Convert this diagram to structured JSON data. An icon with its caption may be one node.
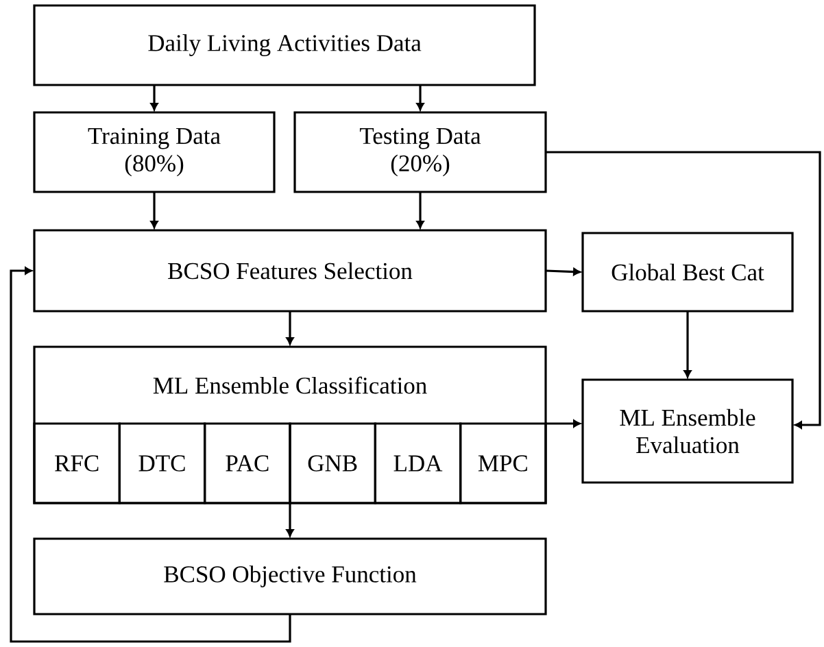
{
  "diagram": {
    "nodes": [
      {
        "text": [
          "Daily Living Activities Data"
        ]
      },
      {
        "text": [
          "Training Data (80%)"
        ]
      },
      {
        "text": [
          "Testing Data (20%)"
        ]
      },
      {
        "text": [
          "BCSO Features Selection"
        ]
      },
      {
        "text": [
          "Global Best Cat"
        ]
      },
      {
        "text": [
          "ML Ensemble Classification"
        ]
      },
      {
        "text": [
          "RFC"
        ],
        "in": 5
      },
      {
        "text": [
          "DTC"
        ],
        "in": 5
      },
      {
        "text": [
          "PAC"
        ],
        "in": 5
      },
      {
        "text": [
          "GNB"
        ],
        "in": 5
      },
      {
        "text": [
          "LDA"
        ],
        "in": 5
      },
      {
        "text": [
          "MPC"
        ],
        "in": 5
      },
      {
        "text": [
          "ML Ensemble Evaluation"
        ]
      },
      {
        "text": [
          "BCSO Objective Function"
        ]
      }
    ],
    "edges": [
      {
        "from": 0,
        "to": 1,
        "arrow": "to"
      },
      {
        "from": 0,
        "to": 2,
        "arrow": "to"
      },
      {
        "from": 1,
        "to": 3,
        "arrow": "to"
      },
      {
        "from": 2,
        "to": 3,
        "arrow": "to"
      },
      {
        "from": 3,
        "to": 4,
        "arrow": "to"
      },
      {
        "from": 3,
        "to": 5,
        "arrow": "to"
      },
      {
        "from": 4,
        "to": 12,
        "arrow": "to"
      },
      {
        "from": 5,
        "to": 12,
        "arrow": "to"
      },
      {
        "from": 2,
        "to": 12,
        "arrow": "to"
      },
      {
        "from": 5,
        "to": 13,
        "arrow": "to"
      },
      {
        "from": 13,
        "to": 3,
        "arrow": "to"
      }
    ]
  }
}
